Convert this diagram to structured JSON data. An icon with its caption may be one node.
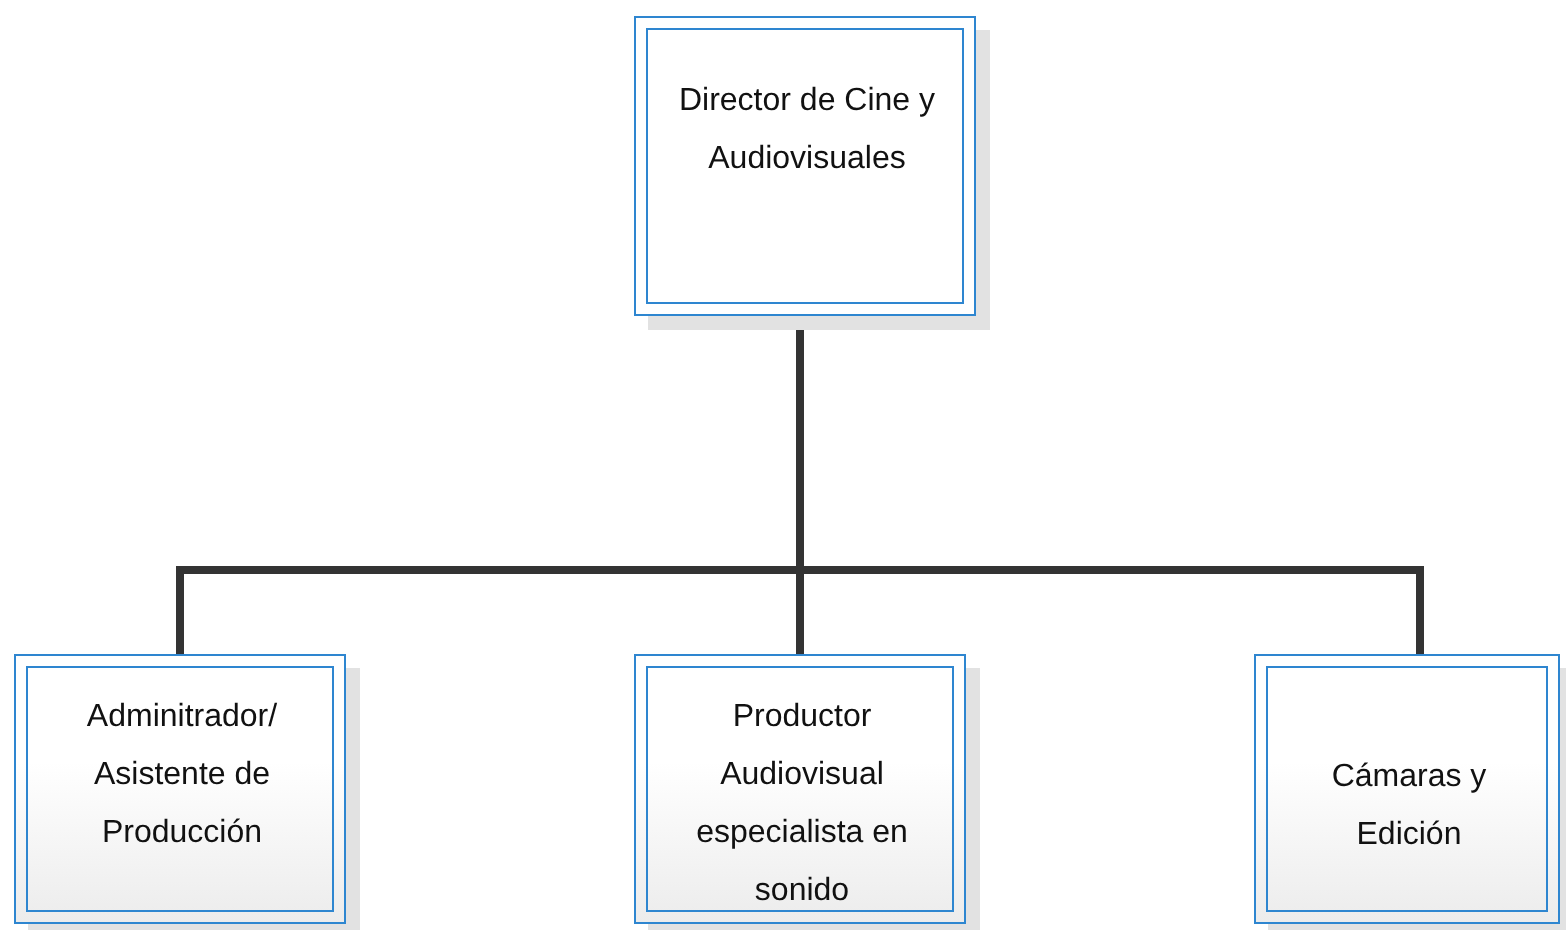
{
  "diagram": {
    "nodes": [
      {
        "text": [
          "Director de Cine y Audiovisuales"
        ]
      },
      {
        "text": [
          "Adminitrador/ Asistente de Producción"
        ]
      },
      {
        "text": [
          "Productor Audiovisual especialista en sonido"
        ]
      },
      {
        "text": [
          "Cámaras y Edición"
        ]
      }
    ],
    "edges": [
      {
        "from": 0,
        "to": 1,
        "arrow": "none"
      },
      {
        "from": 0,
        "to": 2,
        "arrow": "none"
      },
      {
        "from": 0,
        "to": 3,
        "arrow": "none"
      }
    ]
  }
}
